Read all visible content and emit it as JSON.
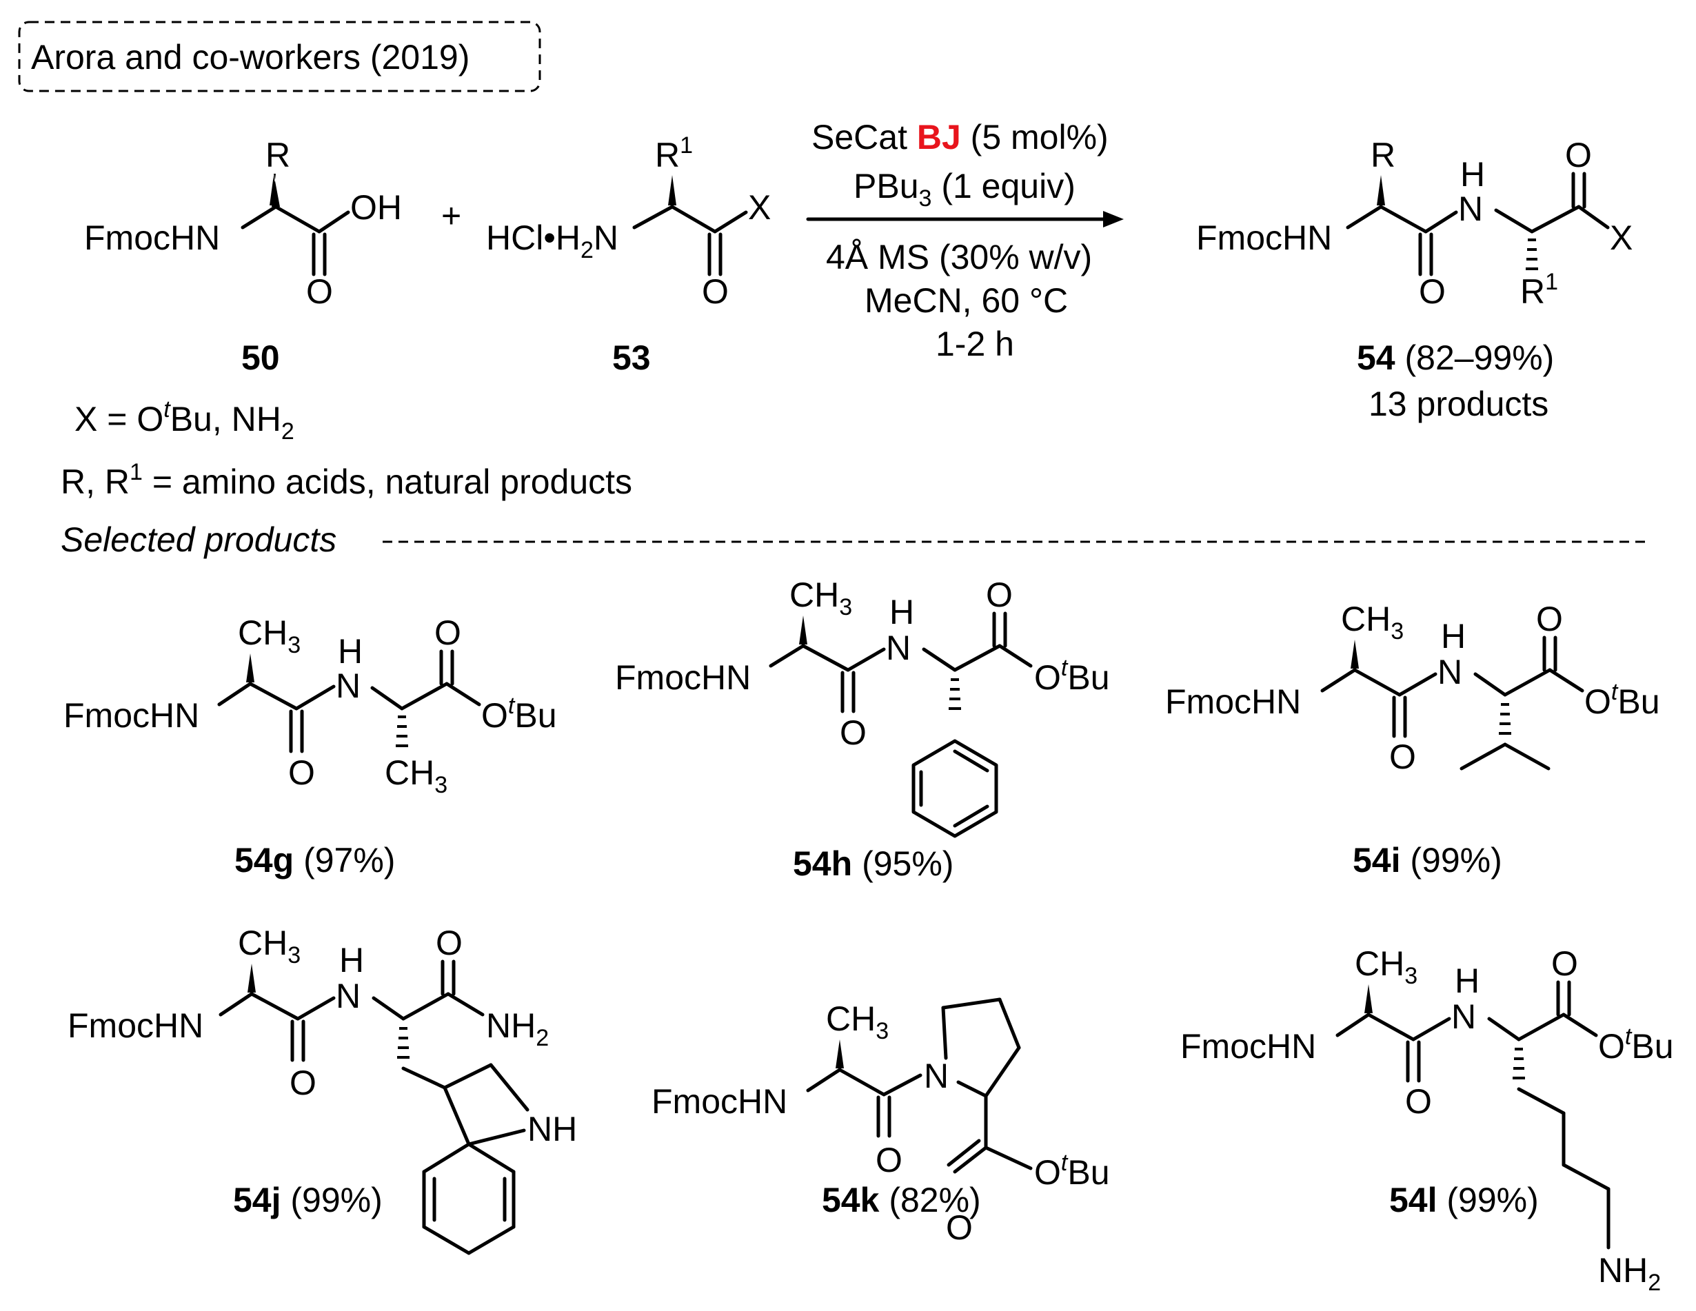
{
  "header": {
    "source": "Arora and co-workers (2019)"
  },
  "reaction": {
    "reactant_50": {
      "number": "50",
      "label_fmochn": "FmocHN",
      "label_r": "R",
      "label_oh": "OH",
      "label_o": "O"
    },
    "plus": "+",
    "reactant_53": {
      "number": "53",
      "label_hcl": "HCl•H",
      "label_hcl_sub": "2",
      "label_hcl_n": "N",
      "label_r": "R",
      "label_r_sup": "1",
      "label_x": "X",
      "label_o": "O"
    },
    "conditions": {
      "catalyst_prefix": "SeCat ",
      "catalyst_highlight": "BJ",
      "catalyst_suffix": " (5 mol%)",
      "reagent_main": "PBu",
      "reagent_sub": "3",
      "reagent_suffix": " (1 equiv)",
      "additive": "4Å MS (30% w/v)",
      "solvent_temp": "MeCN, 60 °C",
      "time": "1-2 h"
    },
    "product_54": {
      "number": "54",
      "yield_range": " (82–99%)",
      "count": "13 products",
      "label_fmochn": "FmocHN",
      "label_r": "R",
      "label_h": "H",
      "label_n": "N",
      "label_o": "O",
      "label_x": "X",
      "label_r1": "R",
      "label_r1_sup": "1"
    },
    "x_definition": {
      "prefix": "X = O",
      "sup": "t",
      "mid": "Bu, NH",
      "sub": "2"
    },
    "r_definition": {
      "prefix": "R, R",
      "sup": "1",
      "suffix": " = amino acids, natural products"
    },
    "selected_heading": "Selected products"
  },
  "products": [
    {
      "id": "54g",
      "yield": " (97%)"
    },
    {
      "id": "54h",
      "yield": " (95%)"
    },
    {
      "id": "54i",
      "yield": " (99%)"
    },
    {
      "id": "54j",
      "yield": " (99%)"
    },
    {
      "id": "54k",
      "yield": " (82%)"
    },
    {
      "id": "54l",
      "yield": " (99%)"
    }
  ],
  "atom_labels": {
    "fmochn": "FmocHN",
    "ch3": "CH",
    "ch3_sub": "3",
    "h": "H",
    "n": "N",
    "o": "O",
    "otbu_o": "O",
    "otbu_sup": "t",
    "otbu_bu": "Bu",
    "nh2": "NH",
    "nh2_sub": "2",
    "nh": "NH"
  }
}
